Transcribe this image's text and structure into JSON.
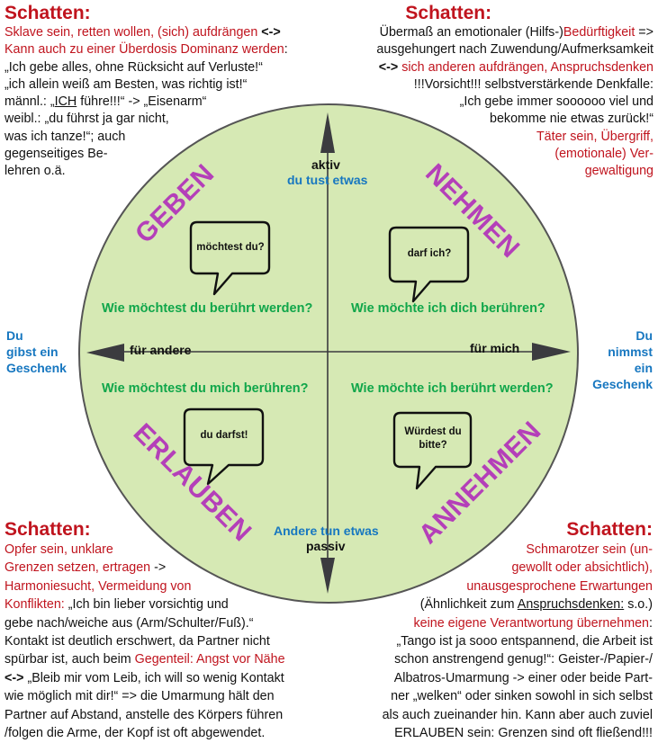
{
  "colors": {
    "circle_fill": "#d6e9b4",
    "circle_stroke": "#555555",
    "arrow": "#3b3b3f",
    "shadow_red": "#c0141e",
    "label_blue": "#1777c0",
    "question_green": "#10a64a",
    "quadrant_purple": "#b43fb9"
  },
  "quadrants": {
    "top_left": "GEBEN",
    "top_right": "NEHMEN",
    "bottom_left": "ERLAUBEN",
    "bottom_right": "ANNEHMEN"
  },
  "axes": {
    "top_label": "aktiv",
    "top_sublabel": "du tust etwas",
    "bottom_label": "passiv",
    "bottom_sublabel": "Andere tun etwas",
    "left_label": "für andere",
    "right_label": "für mich"
  },
  "side_labels": {
    "left": [
      "Du",
      "gibst ein",
      "Geschenk"
    ],
    "right": [
      "Du",
      "nimmst",
      "ein",
      "Geschenk"
    ]
  },
  "questions": {
    "top_left": "Wie möchtest du berührt werden?",
    "top_right": "Wie möchte ich dich berühren?",
    "bottom_left": "Wie möchtest du mich berühren?",
    "bottom_right": "Wie möchte ich berührt werden?"
  },
  "bubbles": {
    "top_left": "möchtest du?",
    "top_right": "darf ich?",
    "bottom_left": "du darfst!",
    "bottom_right_line1": "Würdest du",
    "bottom_right_line2": "bitte?"
  },
  "shadows": {
    "title": "Schatten:",
    "top_left": {
      "l1_red": "Sklave sein, retten wollen, (sich) aufdrängen ",
      "l1_arrow": "<->",
      "l2_red": "Kann auch zu einer Überdosis Dominanz werden",
      "l2_tail": ":",
      "l3": "„Ich gebe alles, ohne Rücksicht auf Verluste!“",
      "l4": "„ich allein weiß am Besten, was richtig ist!“",
      "l5_a": "männl.: „",
      "l5_u": "ICH",
      "l5_b": " führe!!!“ -> „Eisenarm“",
      "l6": "weibl.: „du führst ja gar nicht,",
      "l7": "was ich tanze!“; auch",
      "l8": "gegenseitiges Be-",
      "l9": "lehren o.ä."
    },
    "top_right": {
      "l1_a": "Übermaß an emotionaler (Hilfs-)",
      "l1_red": "Bedürftigkeit",
      "l1_b": "  =>",
      "l2": "ausgehungert nach Zuwendung/Aufmerksamkeit",
      "l3_arrow": "<->",
      "l3_red": " sich anderen aufdrängen, Anspruchsdenken",
      "l4": "!!!Vorsicht!!! selbstverstärkende Denkfalle:",
      "l5": "„Ich gebe immer soooooo viel und",
      "l6": "bekomme nie etwas zurück!“",
      "l7": "Täter sein, Übergriff,",
      "l8": "(emotionale) Ver-",
      "l9": "gewaltigung"
    },
    "bottom_left": {
      "l1": "Opfer sein, unklare",
      "l2_red": "Grenzen setzen, ertragen",
      "l2_b": " ->",
      "l3": "Harmoniesucht, Vermeidung von",
      "l4_red": "Konflikten:",
      "l4_b": " „Ich bin lieber vorsichtig und",
      "l5": "gebe nach/weiche aus (Arm/Schulter/Fuß).“",
      "l6": "Kontakt ist deutlich erschwert, da Partner nicht",
      "l7_a": "spürbar ist, auch beim ",
      "l7_red": "Gegenteil: Angst vor Nähe",
      "l8_arrow": "<->",
      "l8_b": " „Bleib mir vom Leib, ich will so wenig Kontakt",
      "l9": "wie möglich mit dir!“  => die Umarmung hält den",
      "l10": "Partner auf Abstand, anstelle des Körpers führen",
      "l11": "/folgen die Arme, der Kopf ist oft abgewendet."
    },
    "bottom_right": {
      "l1": "Schmarotzer sein (un-",
      "l2": "gewollt oder absichtlich),",
      "l3": "unausgesprochene Erwartungen",
      "l4_a": "(Ähnlichkeit zum ",
      "l4_u": "Anspruchsdenken:",
      "l4_b": " s.o.)",
      "l5_red": "keine eigene Verantwortung übernehmen",
      "l5_b": ":",
      "l6": "„Tango ist ja sooo entspannend, die Arbeit ist",
      "l7": "schon anstrengend genug!“: Geister-/Papier-/",
      "l8": "Albatros-Umarmung -> einer oder beide Part-",
      "l9": "ner „welken“ oder sinken sowohl in sich selbst",
      "l10": "als auch zueinander hin. Kann aber auch zuviel",
      "l11": "ERLAUBEN sein: Grenzen sind oft fließend!!!"
    }
  }
}
